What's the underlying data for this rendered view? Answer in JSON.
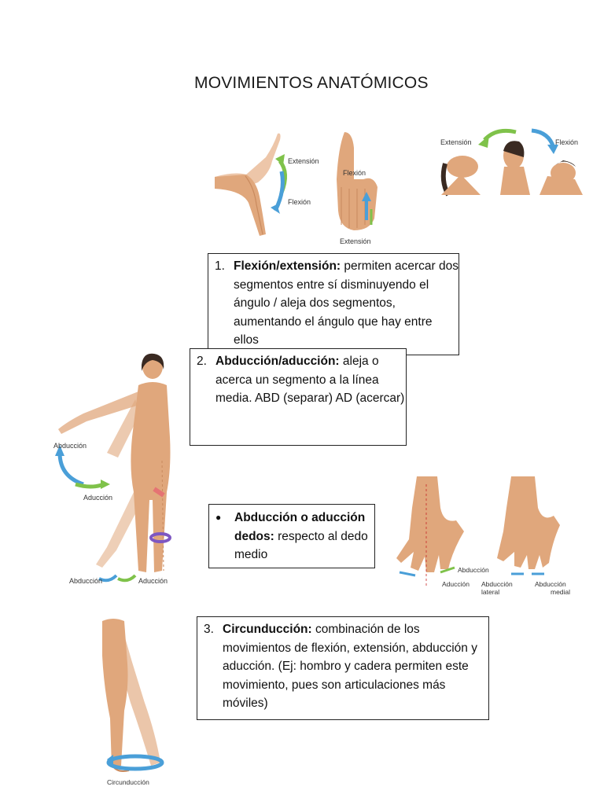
{
  "title": "MOVIMIENTOS ANATÓMICOS",
  "figures": {
    "wrist": {
      "extension": "Extensión",
      "flexion": "Flexión"
    },
    "finger": {
      "flexion": "Flexión",
      "extension": "Extensión"
    },
    "neck": {
      "extension": "Extensión",
      "flexion": "Flexión"
    },
    "body": {
      "arm_abduction": "Abducción",
      "arm_adduction": "Aducción",
      "leg_abduction": "Abducción",
      "leg_adduction": "Aducción"
    },
    "hands": {
      "abduction": "Abducción",
      "adduction": "Aducción",
      "lateral_abduction_1": "Abducción",
      "lateral_abduction_2": "lateral",
      "medial_abduction_1": "Abducción",
      "medial_abduction_2": "medial"
    },
    "legs": {
      "circumduction": "Circunducción"
    }
  },
  "items": {
    "flexion": {
      "number": "1.",
      "term": "Flexión/extensión:",
      "description": " permiten acercar dos segmentos entre sí disminuyendo el ángulo / aleja dos segmentos, aumentando el ángulo que hay entre ellos"
    },
    "abduction": {
      "number": "2.",
      "term": "Abducción/aducción:",
      "description": " aleja o acerca un segmento a la línea media. ABD (separar) AD (acercar)"
    },
    "fingers": {
      "term": "Abducción o aducción dedos:",
      "description": " respecto al dedo medio"
    },
    "circumduction": {
      "number": "3.",
      "term": "Circunducción:",
      "description": " combinación de los movimientos de flexión, extensión, abducción y aducción. (Ej: hombro y cadera permiten este movimiento, pues son articulaciones más móviles)"
    }
  },
  "colors": {
    "skin": "#e0a77c",
    "skin_dark": "#c98a5e",
    "arrow_green": "#7fc24a",
    "arrow_blue": "#4a9fd8",
    "hair": "#3a2a22"
  }
}
